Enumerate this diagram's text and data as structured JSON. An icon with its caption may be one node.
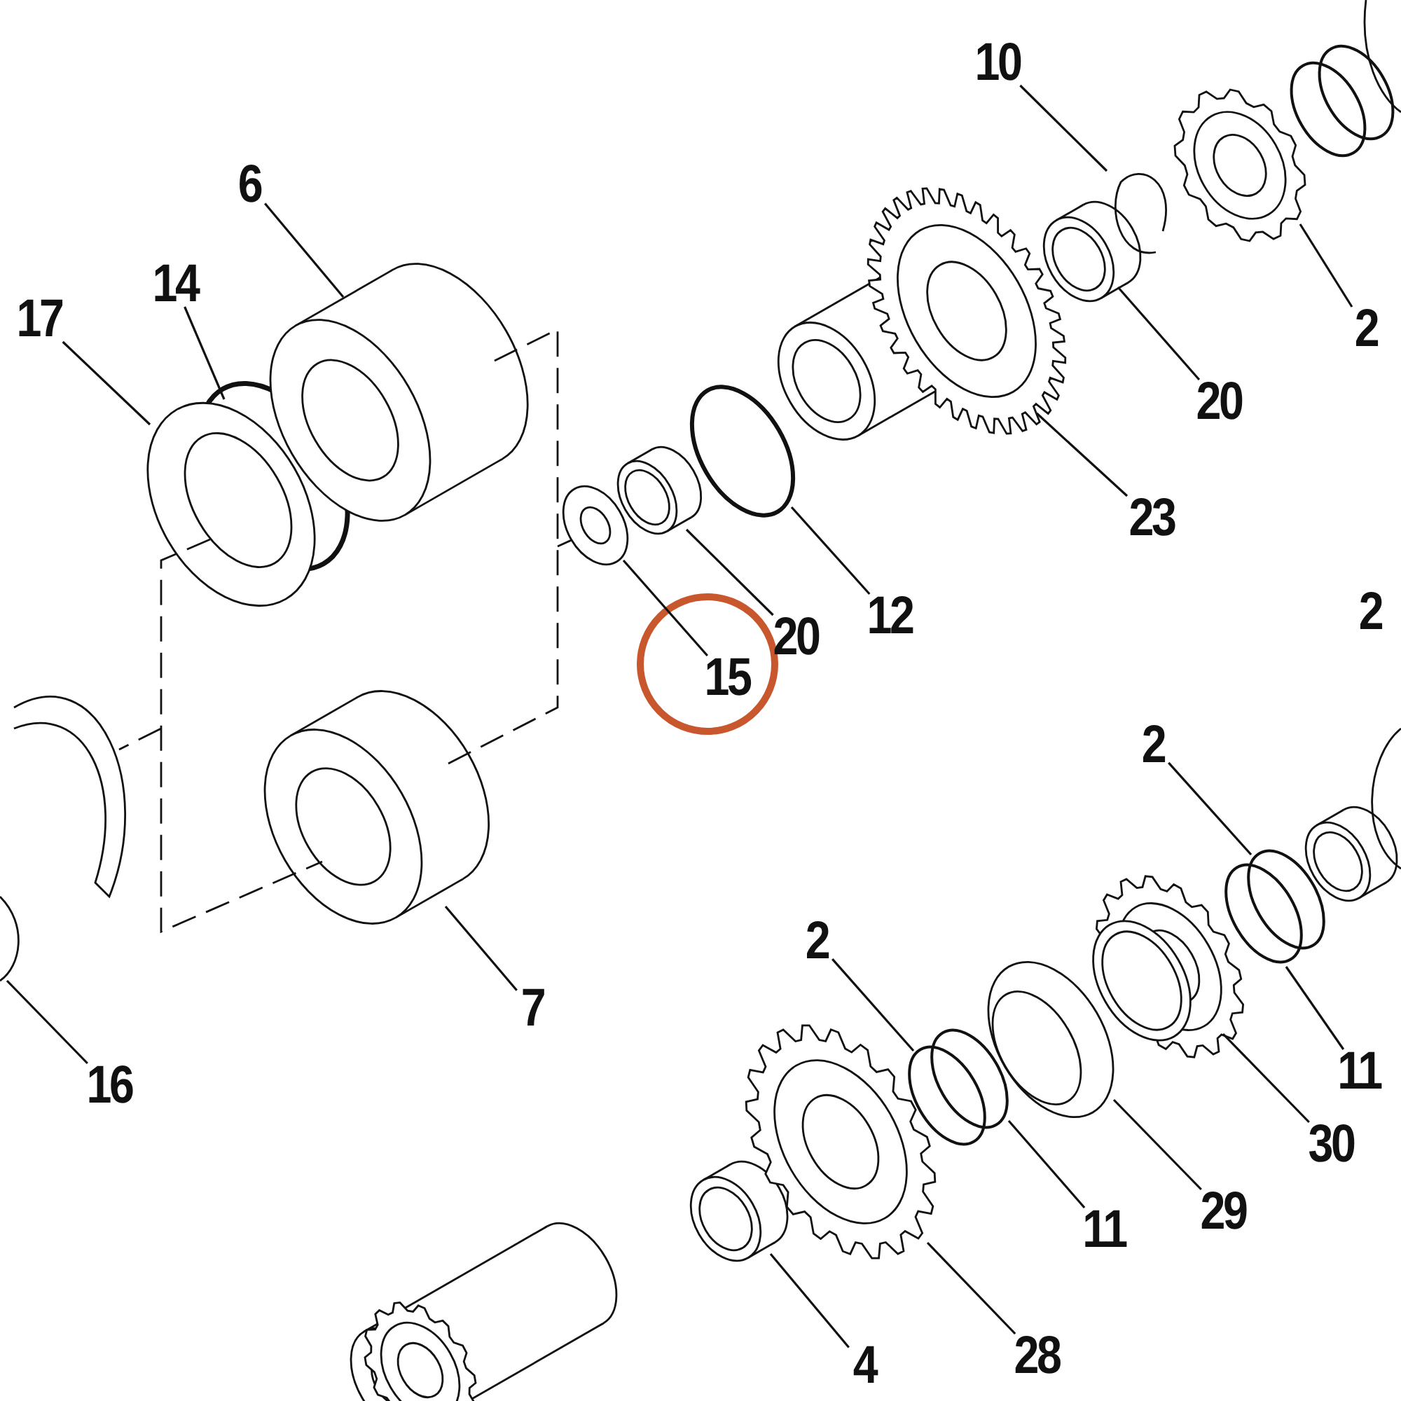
{
  "diagram": {
    "nodes": [
      {
        "text": [
          "10"
        ]
      },
      {
        "text": [
          "6"
        ]
      },
      {
        "text": [
          "14"
        ]
      },
      {
        "text": [
          "17"
        ]
      },
      {
        "text": [
          "2"
        ]
      },
      {
        "text": [
          "20"
        ]
      },
      {
        "text": [
          "23"
        ]
      },
      {
        "text": [
          "12"
        ]
      },
      {
        "text": [
          "20"
        ]
      },
      {
        "text": [
          "2"
        ]
      },
      {
        "text": [
          "15"
        ]
      },
      {
        "text": [
          "2"
        ]
      },
      {
        "text": [
          "2"
        ]
      },
      {
        "text": [
          "7"
        ]
      },
      {
        "text": [
          "11"
        ]
      },
      {
        "text": [
          "16"
        ]
      },
      {
        "text": [
          "30"
        ]
      },
      {
        "text": [
          "29"
        ]
      },
      {
        "text": [
          "11"
        ]
      },
      {
        "text": [
          "28"
        ]
      },
      {
        "text": [
          "4"
        ]
      }
    ],
    "edges": [
      {
        "from": 0,
        "to": null,
        "arrow": "none"
      },
      {
        "from": 1,
        "to": null,
        "arrow": "none"
      },
      {
        "from": 2,
        "to": null,
        "arrow": "none"
      },
      {
        "from": 3,
        "to": null,
        "arrow": "none"
      },
      {
        "from": 4,
        "to": null,
        "arrow": "none"
      },
      {
        "from": 5,
        "to": null,
        "arrow": "none"
      },
      {
        "from": 6,
        "to": null,
        "arrow": "none"
      },
      {
        "from": 7,
        "to": null,
        "arrow": "none"
      },
      {
        "from": 8,
        "to": null,
        "arrow": "none"
      },
      {
        "from": 10,
        "to": null,
        "arrow": "none"
      },
      {
        "from": 11,
        "to": null,
        "arrow": "none"
      },
      {
        "from": 12,
        "to": null,
        "arrow": "none"
      },
      {
        "from": 13,
        "to": null,
        "arrow": "none"
      },
      {
        "from": 14,
        "to": null,
        "arrow": "none"
      },
      {
        "from": 15,
        "to": null,
        "arrow": "none"
      },
      {
        "from": 16,
        "to": null,
        "arrow": "none"
      },
      {
        "from": 17,
        "to": null,
        "arrow": "none"
      },
      {
        "from": 18,
        "to": null,
        "arrow": "none"
      },
      {
        "from": 19,
        "to": null,
        "arrow": "none"
      },
      {
        "from": 20,
        "to": null,
        "arrow": "none"
      }
    ]
  }
}
